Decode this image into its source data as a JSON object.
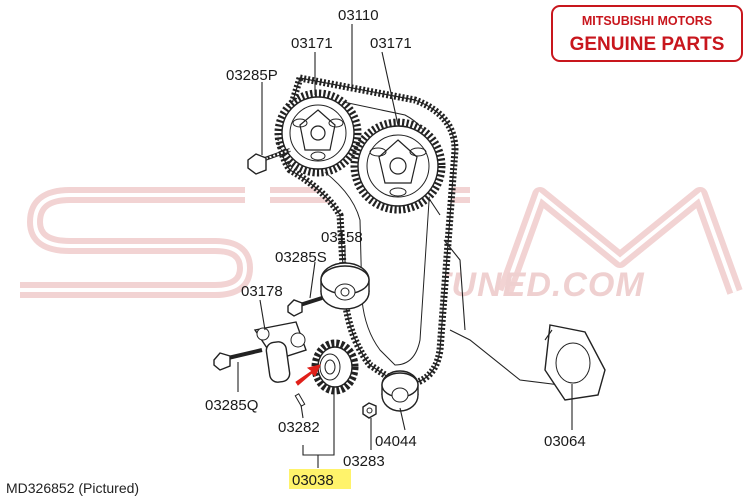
{
  "badge": {
    "line1": "MITSUBISHI MOTORS",
    "line2": "GENUINE PARTS",
    "color": "#c8161d"
  },
  "watermark": {
    "big": "STM",
    "sub": "STMTUNED.COM",
    "color": "#f2d6d6"
  },
  "parts": {
    "p03110": "03110",
    "p03171_left": "03171",
    "p03171_right": "03171",
    "p03285P": "03285P",
    "p03158": "03158",
    "p03285S": "03285S",
    "p03178": "03178",
    "p03285Q": "03285Q",
    "p03282": "03282",
    "p03038": "03038",
    "p03283": "03283",
    "p04044": "04044",
    "p03064": "03064"
  },
  "caption": "MD326852 (Pictured)",
  "highlight_color": "#fff36b",
  "arrow_color": "#e0201a"
}
